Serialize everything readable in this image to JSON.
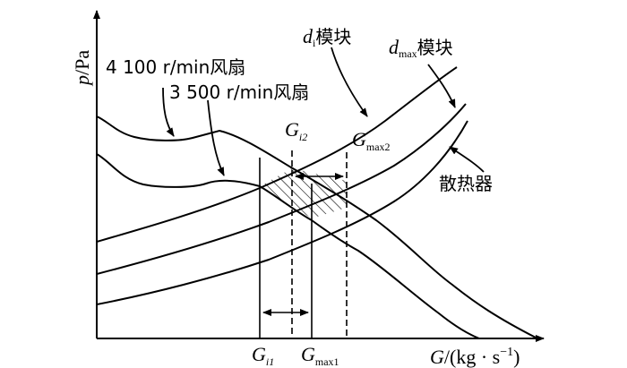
{
  "axes": {
    "y_label_p": "p",
    "y_label_unit": "/Pa",
    "x_label_G": "G",
    "x_label_unit": "/(kg · s",
    "x_label_exp": "−1",
    "x_label_close": ")"
  },
  "curve_labels": {
    "fan_4100": "4 100 r/min风扇",
    "fan_3500": "3 500 r/min风扇",
    "di_module_main": "d",
    "di_module_sub": "i",
    "di_module_text": "模块",
    "dmax_module_main": "d",
    "dmax_module_sub": "max",
    "dmax_module_text": "模块",
    "radiator": "散热器"
  },
  "point_labels": {
    "gi2_main": "G",
    "gi2_sub": "i2",
    "gmax2_main": "G",
    "gmax2_sub": "max2",
    "gi1_main": "G",
    "gi1_sub": "i1",
    "gmax1_main": "G",
    "gmax1_sub": "max1"
  }
}
